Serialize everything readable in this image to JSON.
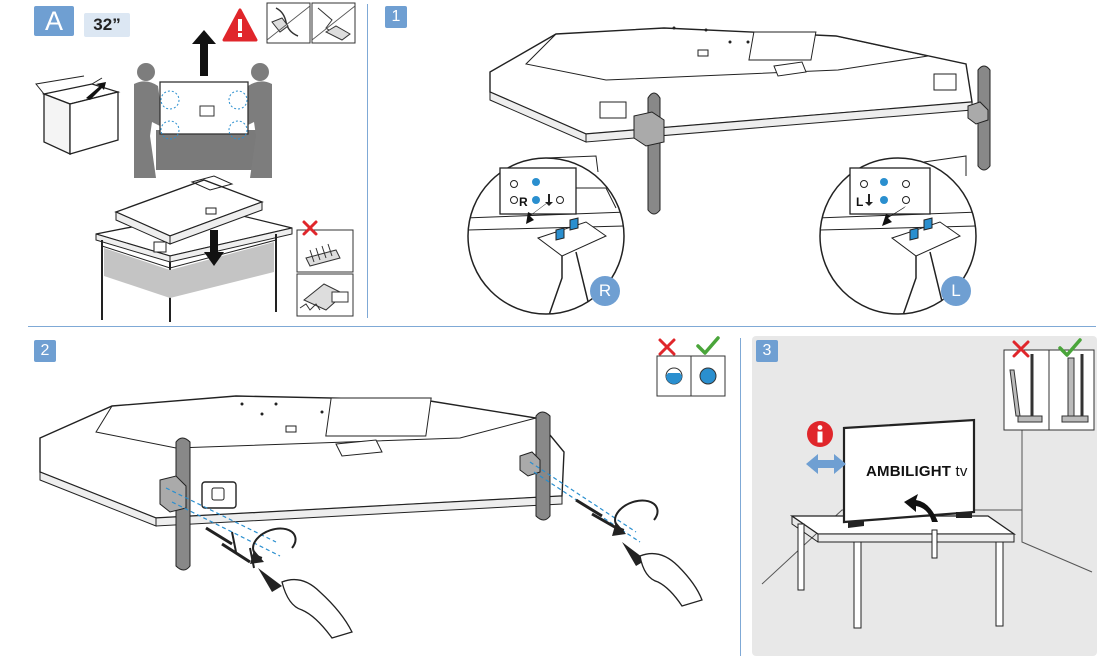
{
  "steps": {
    "a": "A",
    "one": "1",
    "two": "2",
    "three": "3"
  },
  "size_badge": "32”",
  "side_labels": {
    "right": "R",
    "left": "L"
  },
  "side_badges": {
    "right": "R",
    "left": "L"
  },
  "brand": {
    "main": "AMBILIGHT",
    "suffix": "tv"
  },
  "colors": {
    "accent_blue": "#6f9fd2",
    "hole_blue": "#2a8fcf",
    "warning_red": "#e0262b",
    "check_green": "#4aa53a",
    "panel_gray": "#e8e8e8"
  },
  "icons": [
    "warning-icon",
    "info-icon",
    "cross-icon",
    "check-icon",
    "arrow-up-icon",
    "arrow-down-icon",
    "rotate-arrow-icon",
    "double-arrow-icon"
  ]
}
